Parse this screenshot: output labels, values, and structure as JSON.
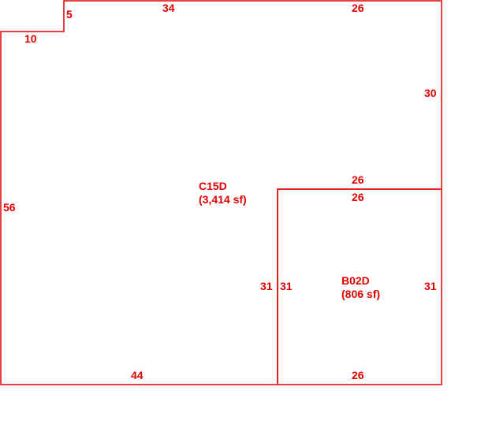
{
  "stroke_color": "#e00000",
  "background_color": "#ffffff",
  "areas": [
    {
      "id": "C15D",
      "name": "C15D",
      "size": "(3,414 sf)"
    },
    {
      "id": "B02D",
      "name": "B02D",
      "size": "(806 sf)"
    }
  ],
  "dimensions": {
    "c15d_top_left": "34",
    "c15d_top_right": "26",
    "c15d_notch_vertical": "5",
    "c15d_notch_horizontal": "10",
    "c15d_left": "56",
    "c15d_right": "30",
    "c15d_inner_top": "26",
    "c15d_inner_side": "31",
    "c15d_bottom": "44",
    "b02d_top": "26",
    "b02d_left": "31",
    "b02d_right": "31",
    "b02d_bottom": "26"
  }
}
